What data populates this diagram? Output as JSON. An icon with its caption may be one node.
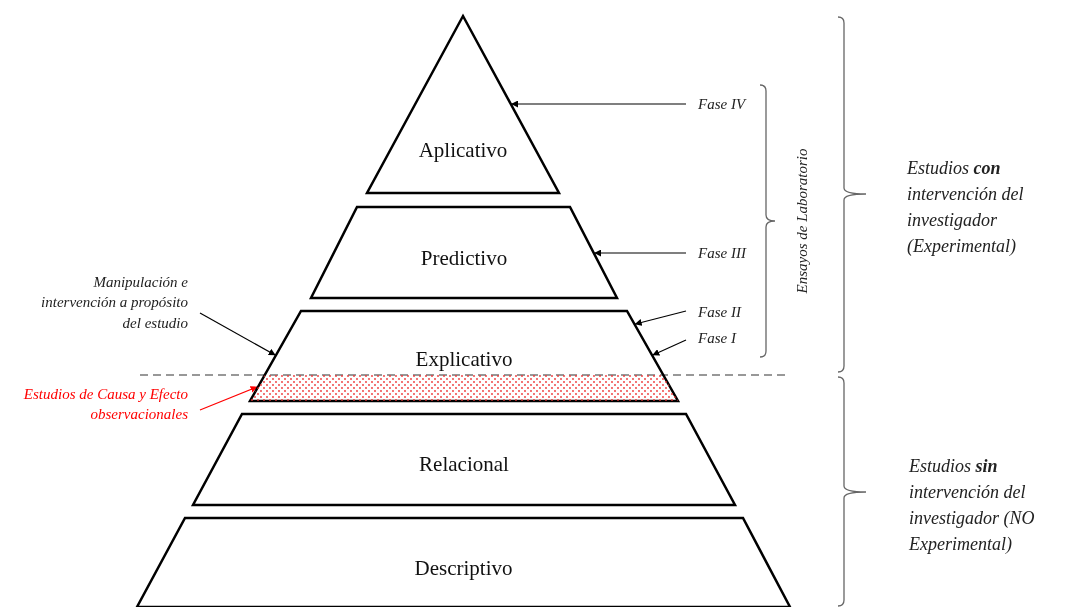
{
  "diagram": {
    "nodes": [
      {
        "text": [
          "Aplicativo"
        ]
      },
      {
        "text": [
          "Predictivo"
        ]
      },
      {
        "text": [
          "Explicativo"
        ]
      },
      {
        "text": [
          "Relacional"
        ]
      },
      {
        "text": [
          "Descriptivo"
        ]
      },
      {
        "text": [
          "Fase IV"
        ]
      },
      {
        "text": [
          "Fase III"
        ]
      },
      {
        "text": [
          "Fase II"
        ]
      },
      {
        "text": [
          "Fase I"
        ]
      },
      {
        "text": [
          "Manipulación e intervención a propósito del estudio"
        ]
      },
      {
        "text": [
          "Estudios de Causa y Efecto observacionales"
        ]
      },
      {
        "text": [],
        "shape": "bar",
        "in": 2
      }
    ],
    "edges": [
      {
        "from": 5,
        "to": 0,
        "arrow": "to"
      },
      {
        "from": 6,
        "to": 1,
        "arrow": "to"
      },
      {
        "from": 7,
        "to": 2,
        "arrow": "to"
      },
      {
        "from": 8,
        "to": 2,
        "arrow": "to"
      },
      {
        "from": 9,
        "to": 2,
        "arrow": "to"
      },
      {
        "from": 10,
        "to": 11,
        "arrow": "to",
        "color": "#ff0000"
      }
    ],
    "labels": [
      "Ensayos de Laboratorio",
      "Estudios **con** intervención del investigador (Experimental)",
      "Estudios **sin** intervención del investigador (NO Experimental)"
    ]
  }
}
